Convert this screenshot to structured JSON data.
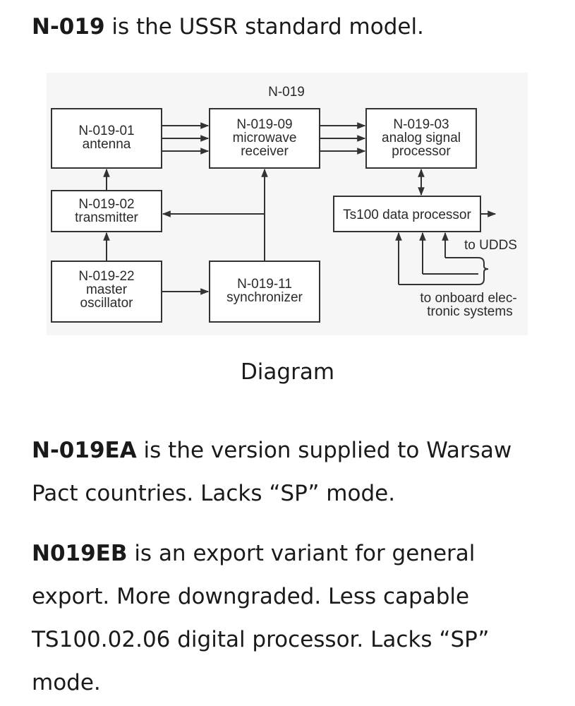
{
  "paragraphs": [
    {
      "bold": "N-019",
      "text": " is the USSR standard model."
    },
    {
      "bold": "N-019EA",
      "text": " is the version supplied to Warsaw Pact countries. Lacks “SP” mode."
    },
    {
      "bold": "N019EB",
      "text": " is an export variant for general export. More downgraded. Less capable TS100.02.06 digital processor. Lacks “SP” mode."
    }
  ],
  "diagram": {
    "title": "N-019",
    "antenna": [
      "N-019-01",
      "antenna"
    ],
    "receiver": [
      "N-019-09",
      "microwave",
      "receiver"
    ],
    "processor": [
      "N-019-03",
      "analog signal",
      "processor"
    ],
    "transmitter": [
      "N-019-02",
      "transmitter"
    ],
    "data_processor": "Ts100 data processor",
    "to_udds": "to UDDS",
    "oscillator": [
      "N-019-22",
      "master",
      "oscillator"
    ],
    "synchronizer": [
      "N-019-11",
      "synchronizer"
    ],
    "onboard": [
      "to onboard elec-",
      "tronic systems"
    ]
  },
  "caption": "Diagram"
}
